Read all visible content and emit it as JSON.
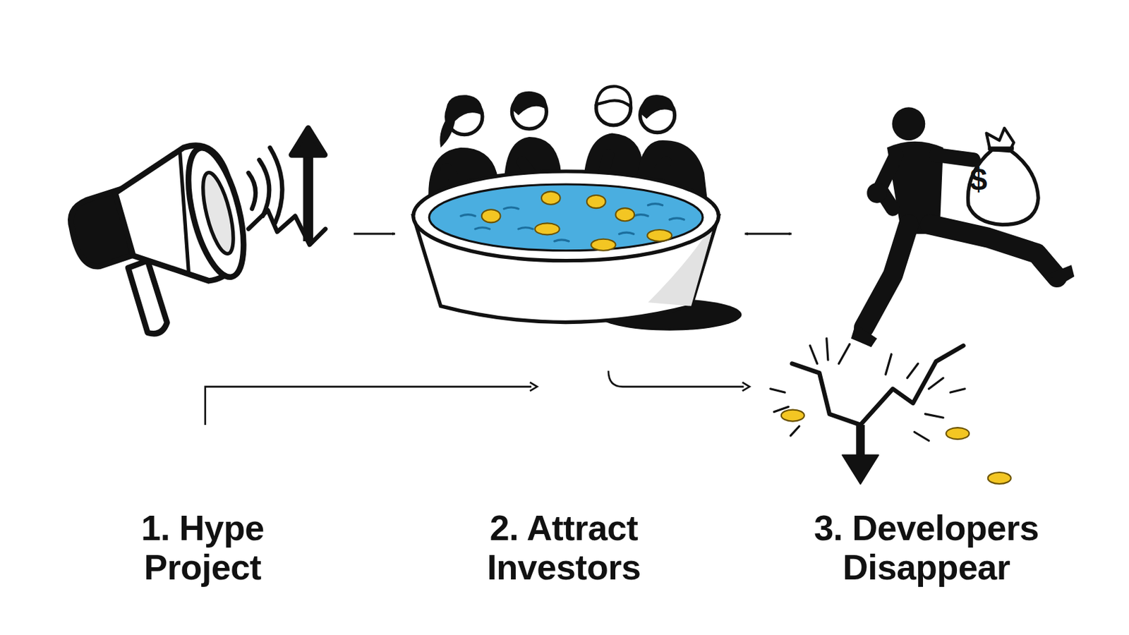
{
  "diagram": {
    "nodes": [
      {
        "text": [
          "1. Hype Project"
        ]
      },
      {
        "text": [
          "2. Attract Investors"
        ]
      },
      {
        "text": [
          "3. Developers Disappear"
        ]
      }
    ],
    "edges": [
      {
        "from": 0,
        "to": 1,
        "arrow": "to"
      },
      {
        "from": 1,
        "to": 2,
        "arrow": "both"
      }
    ],
    "labels": [
      "$"
    ]
  }
}
